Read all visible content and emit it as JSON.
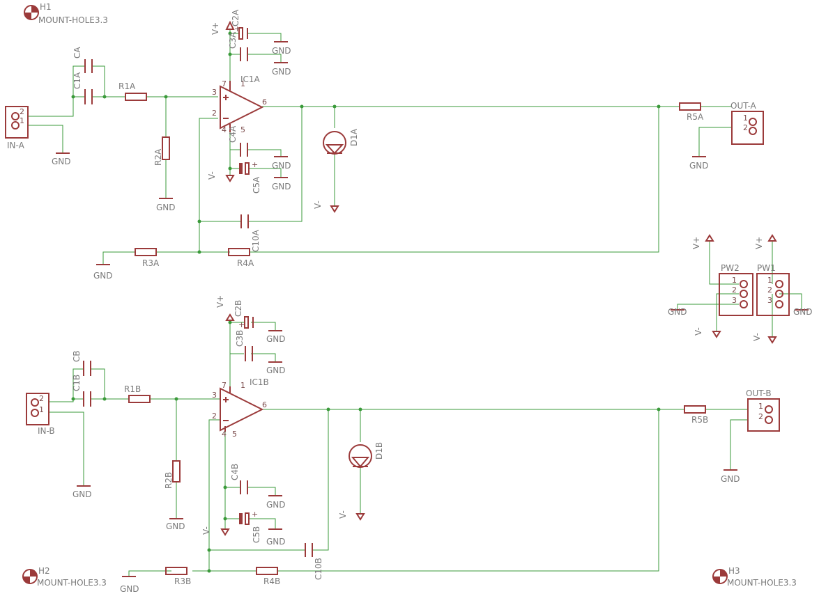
{
  "schematic": {
    "mount_holes": [
      {
        "ref": "H1",
        "value": "MOUNT-HOLE3.3"
      },
      {
        "ref": "H2",
        "value": "MOUNT-HOLE3.3"
      },
      {
        "ref": "H3",
        "value": "MOUNT-HOLE3.3"
      }
    ],
    "channel_a": {
      "in_connector": "IN-A",
      "out_connector": "OUT-A",
      "opamp": "IC1A",
      "diode": "D1A",
      "caps": {
        "ca": "CA",
        "c1": "C1A",
        "c2": "C2A",
        "c3": "C3A",
        "c4": "C4A",
        "c5": "C5A",
        "c10": "C10A"
      },
      "resistors": {
        "r1": "R1A",
        "r2": "R2A",
        "r3": "R3A",
        "r4": "R4A",
        "r5": "R5A"
      }
    },
    "channel_b": {
      "in_connector": "IN-B",
      "out_connector": "OUT-B",
      "opamp": "IC1B",
      "diode": "D1B",
      "caps": {
        "cb": "CB",
        "c1": "C1B",
        "c2": "C2B",
        "c3": "C3B",
        "c4": "C4B",
        "c5": "C5B",
        "c10": "C10B"
      },
      "resistors": {
        "r1": "R1B",
        "r2": "R2B",
        "r3": "R3B",
        "r4": "R4B",
        "r5": "R5B"
      }
    },
    "power": {
      "pw1": "PW1",
      "pw2": "PW2"
    },
    "nets": {
      "gnd": "GND",
      "vplus": "V+",
      "vminus": "V-"
    },
    "pins": {
      "p1": "1",
      "p2": "2",
      "p3": "3",
      "p4": "4",
      "p5": "5",
      "p6": "6",
      "p7": "7",
      "plus": "+",
      "minus": "-"
    }
  }
}
